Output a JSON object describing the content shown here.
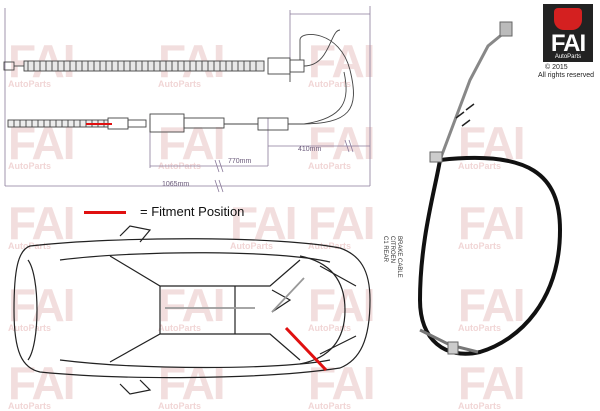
{
  "watermark": {
    "brand": "FAI",
    "sub": "AutoParts"
  },
  "logo": {
    "brand": "FAI",
    "sub": "AutoParts",
    "copyright": "© 2015",
    "rights": "All rights reserved"
  },
  "dimensions": {
    "length_1": "410mm",
    "length_2": "770mm",
    "length_3": "1065mm"
  },
  "legend": {
    "text": "= Fitment Position",
    "color": "#e01010"
  },
  "cable_label": {
    "lines": [
      "BRAKE CABLE",
      "CITROEN",
      "C1 REAR"
    ]
  },
  "colors": {
    "watermark": "#f2dede",
    "dimension": "#6a5a7a",
    "fitment": "#e01010"
  }
}
